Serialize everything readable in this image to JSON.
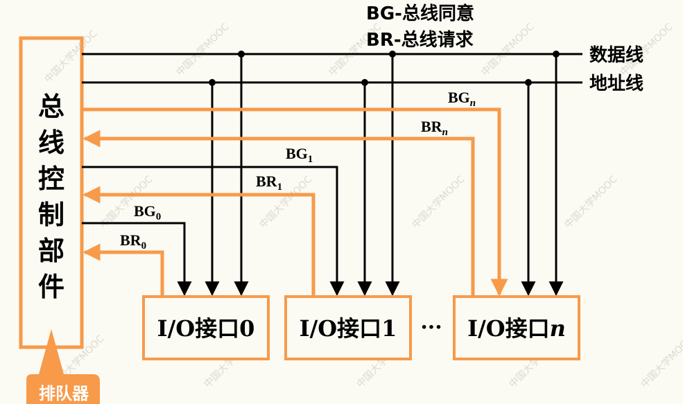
{
  "legend": {
    "bg": "BG-总线同意",
    "br": "BR-总线请求"
  },
  "controller": {
    "label": "总线控制部件",
    "chars": [
      "总",
      "线",
      "控",
      "制",
      "部",
      "件"
    ]
  },
  "arbiter": {
    "label": "排队器"
  },
  "buses": {
    "data": "数据线",
    "address": "地址线"
  },
  "signals": {
    "bg0": {
      "base": "BG",
      "sub": "0"
    },
    "br0": {
      "base": "BR",
      "sub": "0"
    },
    "bg1": {
      "base": "BG",
      "sub": "1"
    },
    "br1": {
      "base": "BR",
      "sub": "1"
    },
    "bgn": {
      "base": "BG",
      "sub": "n"
    },
    "brn": {
      "base": "BR",
      "sub": "n"
    }
  },
  "interfaces": [
    {
      "prefix": "I/O接口",
      "suffix": "0"
    },
    {
      "prefix": "I/O接口",
      "suffix": "1"
    },
    {
      "prefix": "I/O接口",
      "suffix": "n"
    }
  ],
  "ellipsis": "···",
  "watermark": "中国大学MOOC",
  "colors": {
    "orange": "#f79a4a",
    "black": "#000000",
    "background": "#fbfaf3",
    "arbiter_fill": "#f79a4a",
    "arbiter_text": "#ffffff"
  }
}
